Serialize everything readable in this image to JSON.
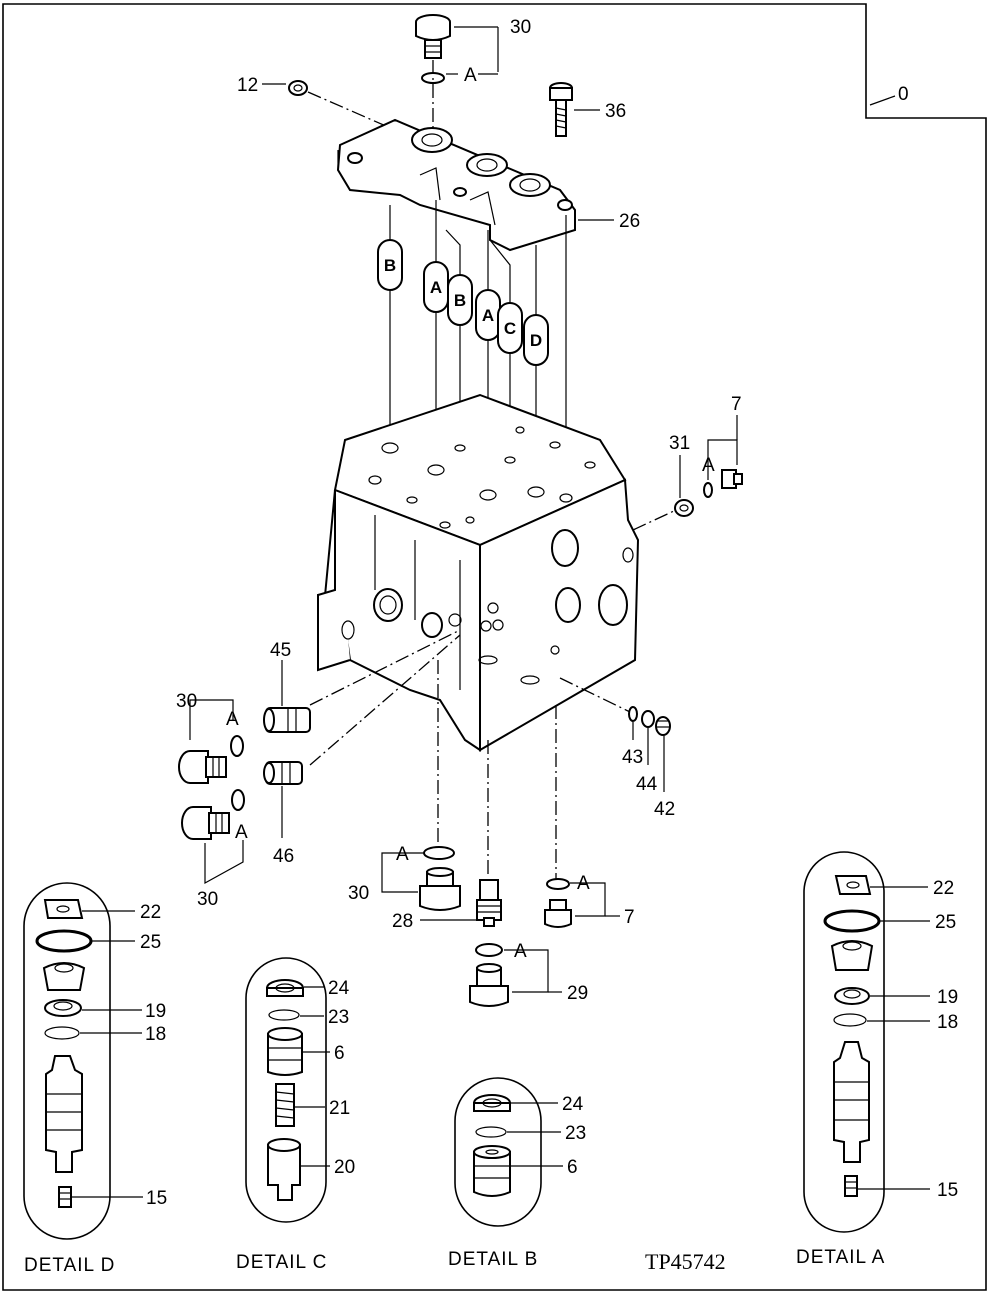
{
  "drawing": {
    "code": "TP45742",
    "corner_ref": "0"
  },
  "callouts": {
    "c30_top": "30",
    "c12": "12",
    "c36": "36",
    "c26": "26",
    "c7_right": "7",
    "c31": "31",
    "c45": "45",
    "c46": "46",
    "c30_left_a": "30",
    "c30_left_b": "30",
    "c43": "43",
    "c44": "44",
    "c42": "42",
    "c30_mid": "30",
    "c28": "28",
    "c7_mid": "7",
    "c29": "29"
  },
  "seal_refs": {
    "a_top": "A",
    "a_right": "A",
    "a_left_a": "A",
    "a_left_b": "A",
    "a_mid": "A",
    "a_mid_right": "A",
    "a_bottom": "A"
  },
  "passage_tags": [
    "B",
    "A",
    "B",
    "A",
    "C",
    "D"
  ],
  "details": [
    {
      "caption": "DETAIL D",
      "parts": [
        "22",
        "25",
        "19",
        "18",
        "15"
      ]
    },
    {
      "caption": "DETAIL C",
      "parts": [
        "24",
        "23",
        "6",
        "21",
        "20"
      ]
    },
    {
      "caption": "DETAIL B",
      "parts": [
        "24",
        "23",
        "6"
      ]
    },
    {
      "caption": "DETAIL A",
      "parts": [
        "22",
        "25",
        "19",
        "18",
        "15"
      ]
    }
  ]
}
